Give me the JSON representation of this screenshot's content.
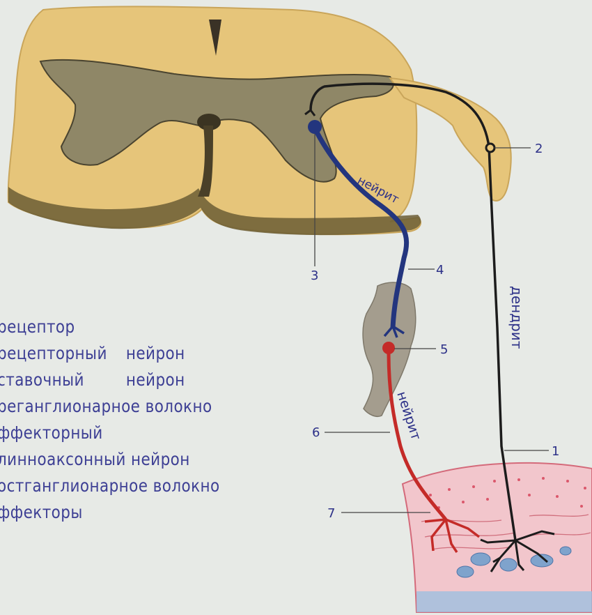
{
  "diagram": {
    "fiber_labels": {
      "neurite_top": "нейрит",
      "dendrite": "дендрит",
      "neurite_bottom": "нейрит"
    },
    "numbers": [
      "1",
      "2",
      "3",
      "4",
      "5",
      "6",
      "7"
    ],
    "legend": [
      {
        "a": "рецептор",
        "b": ""
      },
      {
        "a": "рецепторный",
        "b": "нейрон"
      },
      {
        "a": "ставочный",
        "b": "нейрон"
      },
      {
        "a": "реганглионарное волокно",
        "b": ""
      },
      {
        "a": "ффекторный",
        "b": ""
      },
      {
        "a": "линноаксонный нейрон",
        "b": ""
      },
      {
        "a": "остганглионарное волокно",
        "b": ""
      },
      {
        "a": "ффекторы",
        "b": ""
      }
    ],
    "colors": {
      "background": "#e7eae6",
      "spinal_cord": "#e6c57a",
      "gray_matter": "#8f8767",
      "sensory_fiber": "#1c1c1c",
      "intercalary_neuron": "#23357e",
      "effector_neuron": "#c42b28",
      "tissue": "#f2c6cc",
      "legend_text": "#3d3f94"
    }
  }
}
